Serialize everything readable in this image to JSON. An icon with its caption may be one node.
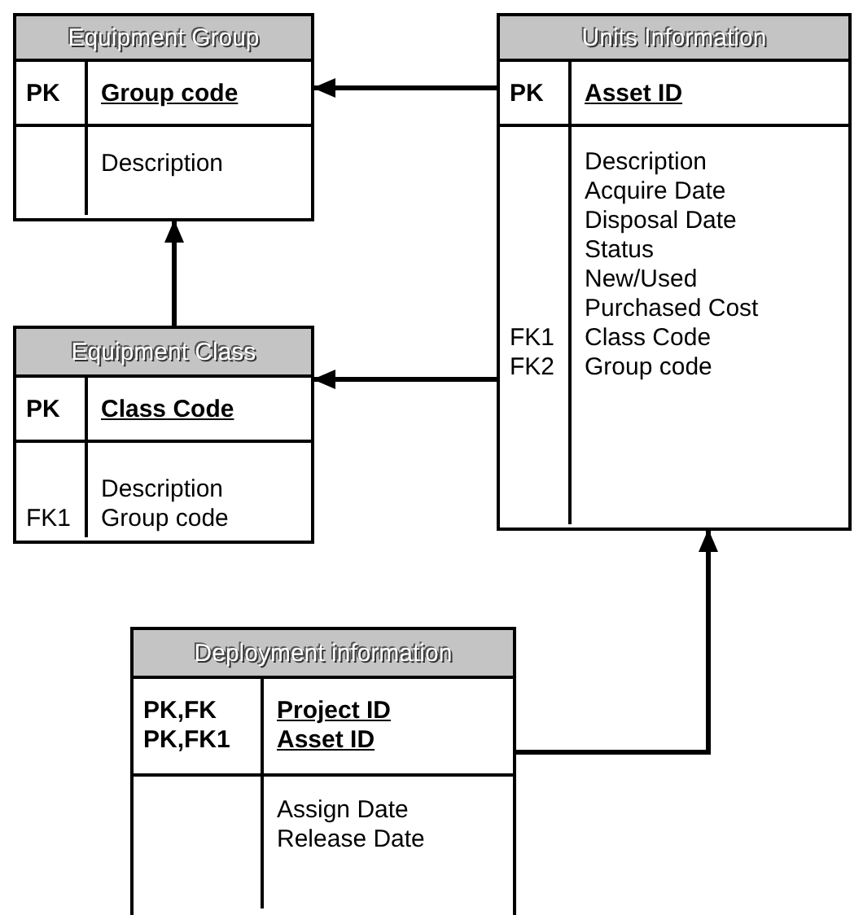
{
  "diagram": {
    "nodes": [
      {
        "text": [
          "Equipment Group",
          "PK",
          "Group code",
          "Description"
        ]
      },
      {
        "text": [
          "Units Information",
          "PK",
          "Asset ID",
          "Description",
          "Acquire Date",
          "Disposal Date",
          "Status",
          "New/Used",
          "Purchased Cost",
          "FK1",
          "Class Code",
          "FK2",
          "Group code"
        ]
      },
      {
        "text": [
          "Equipment Class",
          "PK",
          "Class Code",
          "Description",
          "FK1",
          "Group code"
        ]
      },
      {
        "text": [
          "Deployment information",
          "PK,FK",
          "Project ID",
          "PK,FK1",
          "Asset ID",
          "Assign Date",
          "Release Date"
        ]
      }
    ],
    "edges": [
      {
        "from": 1,
        "to": 0,
        "arrow": "to"
      },
      {
        "from": 1,
        "to": 2,
        "arrow": "to"
      },
      {
        "from": 2,
        "to": 0,
        "arrow": "to"
      },
      {
        "from": 3,
        "to": 1,
        "arrow": "to"
      }
    ]
  }
}
